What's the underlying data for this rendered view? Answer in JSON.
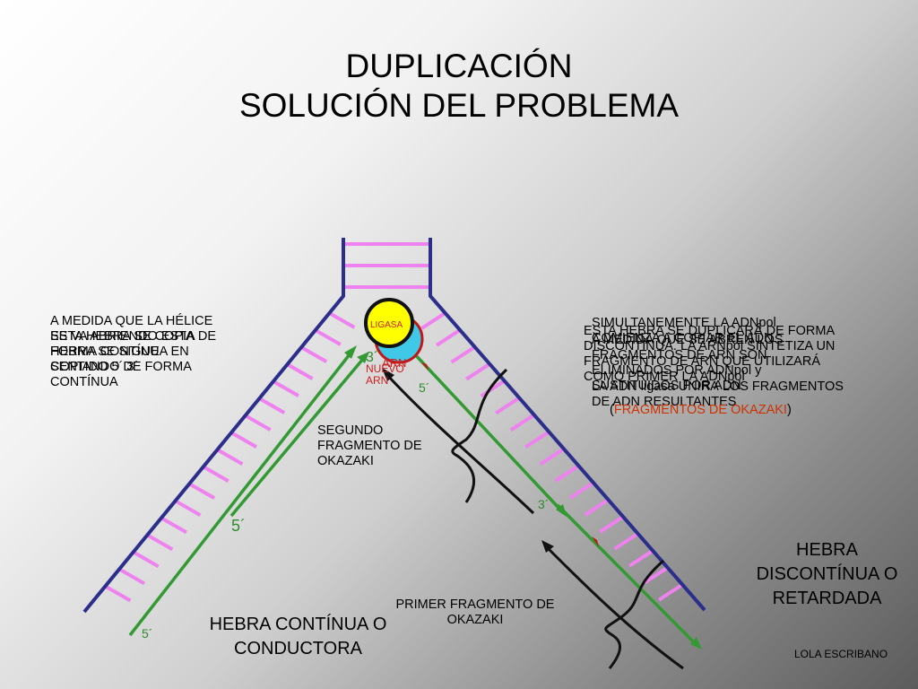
{
  "title": {
    "line1": "DUPLICACIÓN",
    "line2": "SOLUCIÓN DEL PROBLEMA"
  },
  "labels": {
    "ligasa": "LIGASA",
    "nuevo_arn": "NUEVO ARN",
    "arn_overlap": "ARN",
    "prime3_top": "3´",
    "prime5_top": "5´",
    "prime3_mid": "3´",
    "prime5_left": "5´",
    "prime5_bottom": "5´",
    "segundo_fragmento": "SEGUNDO FRAGMENTO DE OKAZAKI",
    "primer_fragmento": "PRIMER FRAGMENTO DE OKAZAKI",
    "hebra_discontinua": "HEBRA DISCONTÍNUA O RETARDADA",
    "hebra_continua": "HEBRA CONTÍNUA O CONDUCTORA",
    "author": "LOLA  ESCRIBANO"
  },
  "left_notes": {
    "a": "A MEDIDA QUE LA HÉLICE SE VA ABRIENDO  ESTA HEBRA SE SIGUE COPIANDO DE FORMA CONTÍNUA",
    "b": "ESTA HEBRA SE COPIA DE FORMA CONTÍNUA EN SENTIDO 5´ 3´"
  },
  "right_notes": {
    "a": "SIMULTANEMENTE  LA  ADNpol COMIENZA A COPIAR EL ADN",
    "b": "ESTA HEBRA SE DUPLICARÁ DE FORMA DISCONTÍNUA. LA ARNpol SINTETIZA UN FRAGMENTO DE ARN QUE UTILIZARÁ COMO PRIMER LA ADNpol",
    "c": "A MEDIDA QUE SE ABREN LOS FRAGMENTOS DE ARN SON ELIMINADOS POR ADNpol y SUSTITUIDOS POR ADN",
    "d": "LA ADN ligasa UNIRÁ LOS FRAGMENTOS DE ADN RESULTANTES",
    "e_prefix": "(",
    "e_highlight": "FRAGMENTOS DE OKAZAKI",
    "e_suffix": ")"
  },
  "colors": {
    "strand": "#2b2e8a",
    "rung": "#ee82ee",
    "new_dna": "#339933",
    "ligasa_fill": "#ffff00",
    "arn_circle": "#40c8e8",
    "arn_red": "#c01818",
    "okazaki_text": "#cc3300"
  }
}
